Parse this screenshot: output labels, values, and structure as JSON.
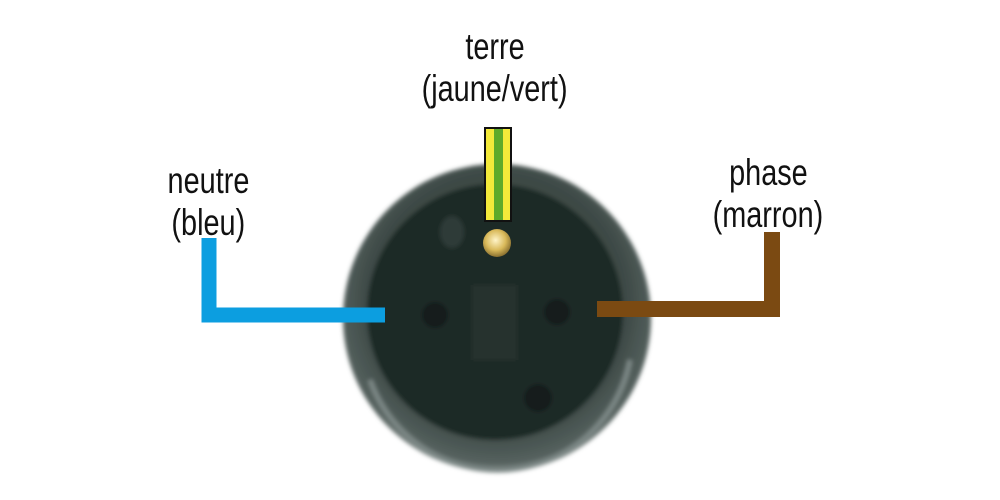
{
  "labels": {
    "earth": {
      "name": "terre",
      "color_name": "(jaune/vert)"
    },
    "neutral": {
      "name": "neutre",
      "color_name": "(bleu)"
    },
    "phase": {
      "name": "phase",
      "color_name": "(marron)"
    }
  },
  "colors": {
    "earth_yellow": "#f4ea3a",
    "earth_green": "#5faa2a",
    "neutral": "#0c9ee0",
    "phase": "#7b4a12",
    "socket": "#2f3a38"
  }
}
